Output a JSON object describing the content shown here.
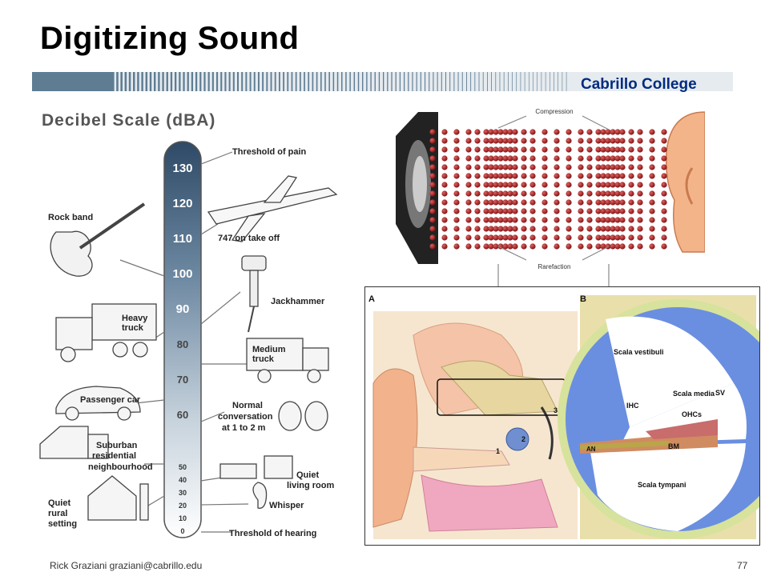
{
  "slide": {
    "title": "Digitizing Sound",
    "college": "Cabrillo College",
    "footer_author": "Rick Graziani  graziani@cabrillo.edu",
    "page_number": "77"
  },
  "decibel": {
    "heading": "Decibel Scale (dBA)",
    "big_ticks": [
      "130",
      "120",
      "110",
      "100",
      "90",
      "80",
      "70",
      "60"
    ],
    "small_ticks": [
      "50",
      "40",
      "30",
      "20",
      "10",
      "0"
    ],
    "labels": {
      "threshold_pain": "Threshold of pain",
      "plane": "747 on take off",
      "rock_band": "Rock band",
      "jackhammer": "Jackhammer",
      "heavy_truck_1": "Heavy",
      "heavy_truck_2": "truck",
      "medium_truck_1": "Medium",
      "medium_truck_2": "truck",
      "passenger_car": "Passenger car",
      "normal_conv_1": "Normal",
      "normal_conv_2": "conversation",
      "normal_conv_3": "at 1 to 2 m",
      "suburban_1": "Suburban",
      "suburban_2": "residential",
      "suburban_3": "neighbourhood",
      "quiet_living_1": "Quiet",
      "quiet_living_2": "living room",
      "quiet_rural_1": "Quiet",
      "quiet_rural_2": "rural",
      "quiet_rural_3": "setting",
      "whisper": "Whisper",
      "threshold_hearing": "Threshold of hearing"
    }
  },
  "wave": {
    "compression": "Compression",
    "rarefaction": "Rarefaction"
  },
  "ear": {
    "panel_a": "A",
    "panel_b": "B",
    "label_1": "1",
    "label_2": "2",
    "label_3": "3",
    "scala_vestibuli": "Scala vestibuli",
    "scala_media": "Scala media",
    "sv": "SV",
    "ihc": "IHC",
    "ohcs": "OHCs",
    "an": "AN",
    "bm": "BM",
    "scala_tympani": "Scala tympani"
  },
  "colors": {
    "title": "#000000",
    "college": "#002b80",
    "thermometer_top": "#2e4a66",
    "particle": "#9b1c1c"
  }
}
